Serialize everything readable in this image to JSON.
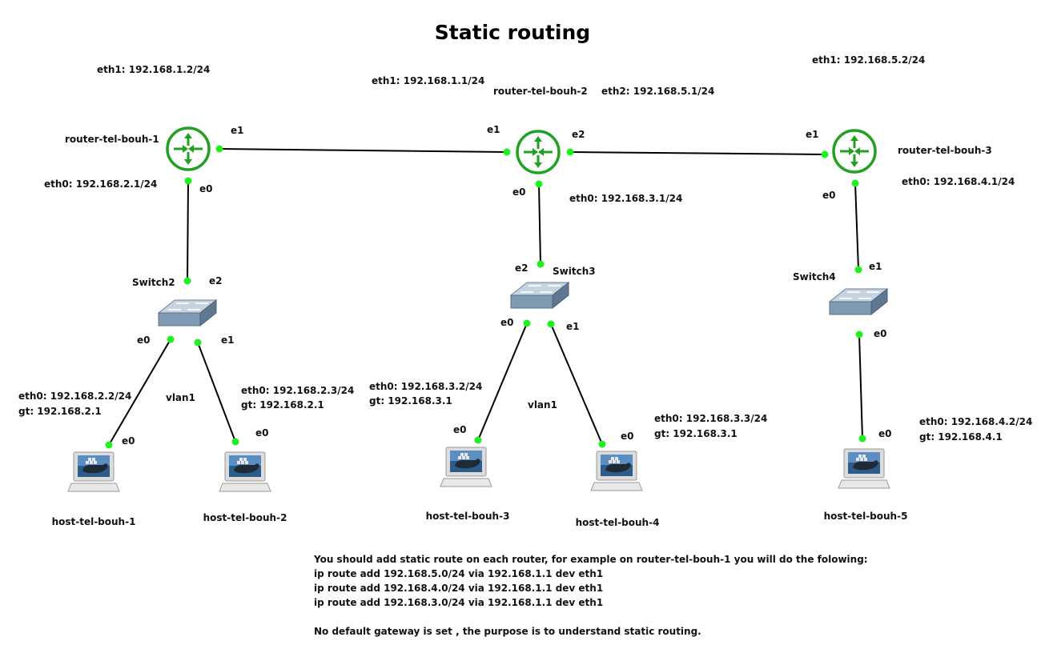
{
  "title": "Static routing",
  "colors": {
    "router": "#22a022",
    "port": "#22ee22",
    "switch": "#7f9ab3",
    "link": "#000000"
  },
  "icons": {
    "router": "router-icon",
    "switch": "ethernet-switch-icon",
    "host": "docker-host-laptop-icon"
  },
  "routers": [
    {
      "name": "router-tel-bouh-1",
      "labels": [
        "eth1: 192.168.1.2/24",
        "eth0: 192.168.2.1/24"
      ]
    },
    {
      "name": "router-tel-bouh-2",
      "labels": [
        "eth1: 192.168.1.1/24",
        "eth2: 192.168.5.1/24",
        "eth0: 192.168.3.1/24"
      ]
    },
    {
      "name": "router-tel-bouh-3",
      "labels": [
        "eth1: 192.168.5.2/24",
        "eth0: 192.168.4.1/24"
      ]
    }
  ],
  "switches": [
    {
      "name": "Switch2",
      "vlan": "vlan1"
    },
    {
      "name": "Switch3",
      "vlan": "vlan1"
    },
    {
      "name": "Switch4"
    }
  ],
  "hosts": [
    {
      "name": "host-tel-bouh-1",
      "line1": "eth0: 192.168.2.2/24",
      "line2": "gt: 192.168.2.1"
    },
    {
      "name": "host-tel-bouh-2",
      "line1": "eth0: 192.168.2.3/24",
      "line2": "gt: 192.168.2.1"
    },
    {
      "name": "host-tel-bouh-3",
      "line1": "eth0: 192.168.3.2/24",
      "line2": "gt: 192.168.3.1"
    },
    {
      "name": "host-tel-bouh-4",
      "line1": "eth0: 192.168.3.3/24",
      "line2": "gt: 192.168.3.1"
    },
    {
      "name": "host-tel-bouh-5",
      "line1": "eth0: 192.168.4.2/24",
      "line2": "gt: 192.168.4.1"
    }
  ],
  "ports": {
    "e0": "e0",
    "e1": "e1",
    "e2": "e2"
  },
  "notes": {
    "line1": "You should add static route on each router, for example on router-tel-bouh-1 you will do the folowing:",
    "line2": "ip route add 192.168.5.0/24 via 192.168.1.1 dev eth1",
    "line3": "ip route add 192.168.4.0/24 via 192.168.1.1 dev eth1",
    "line4": "ip route add 192.168.3.0/24 via 192.168.1.1 dev eth1",
    "line5": "No default gateway is set , the purpose is to understand static routing."
  }
}
